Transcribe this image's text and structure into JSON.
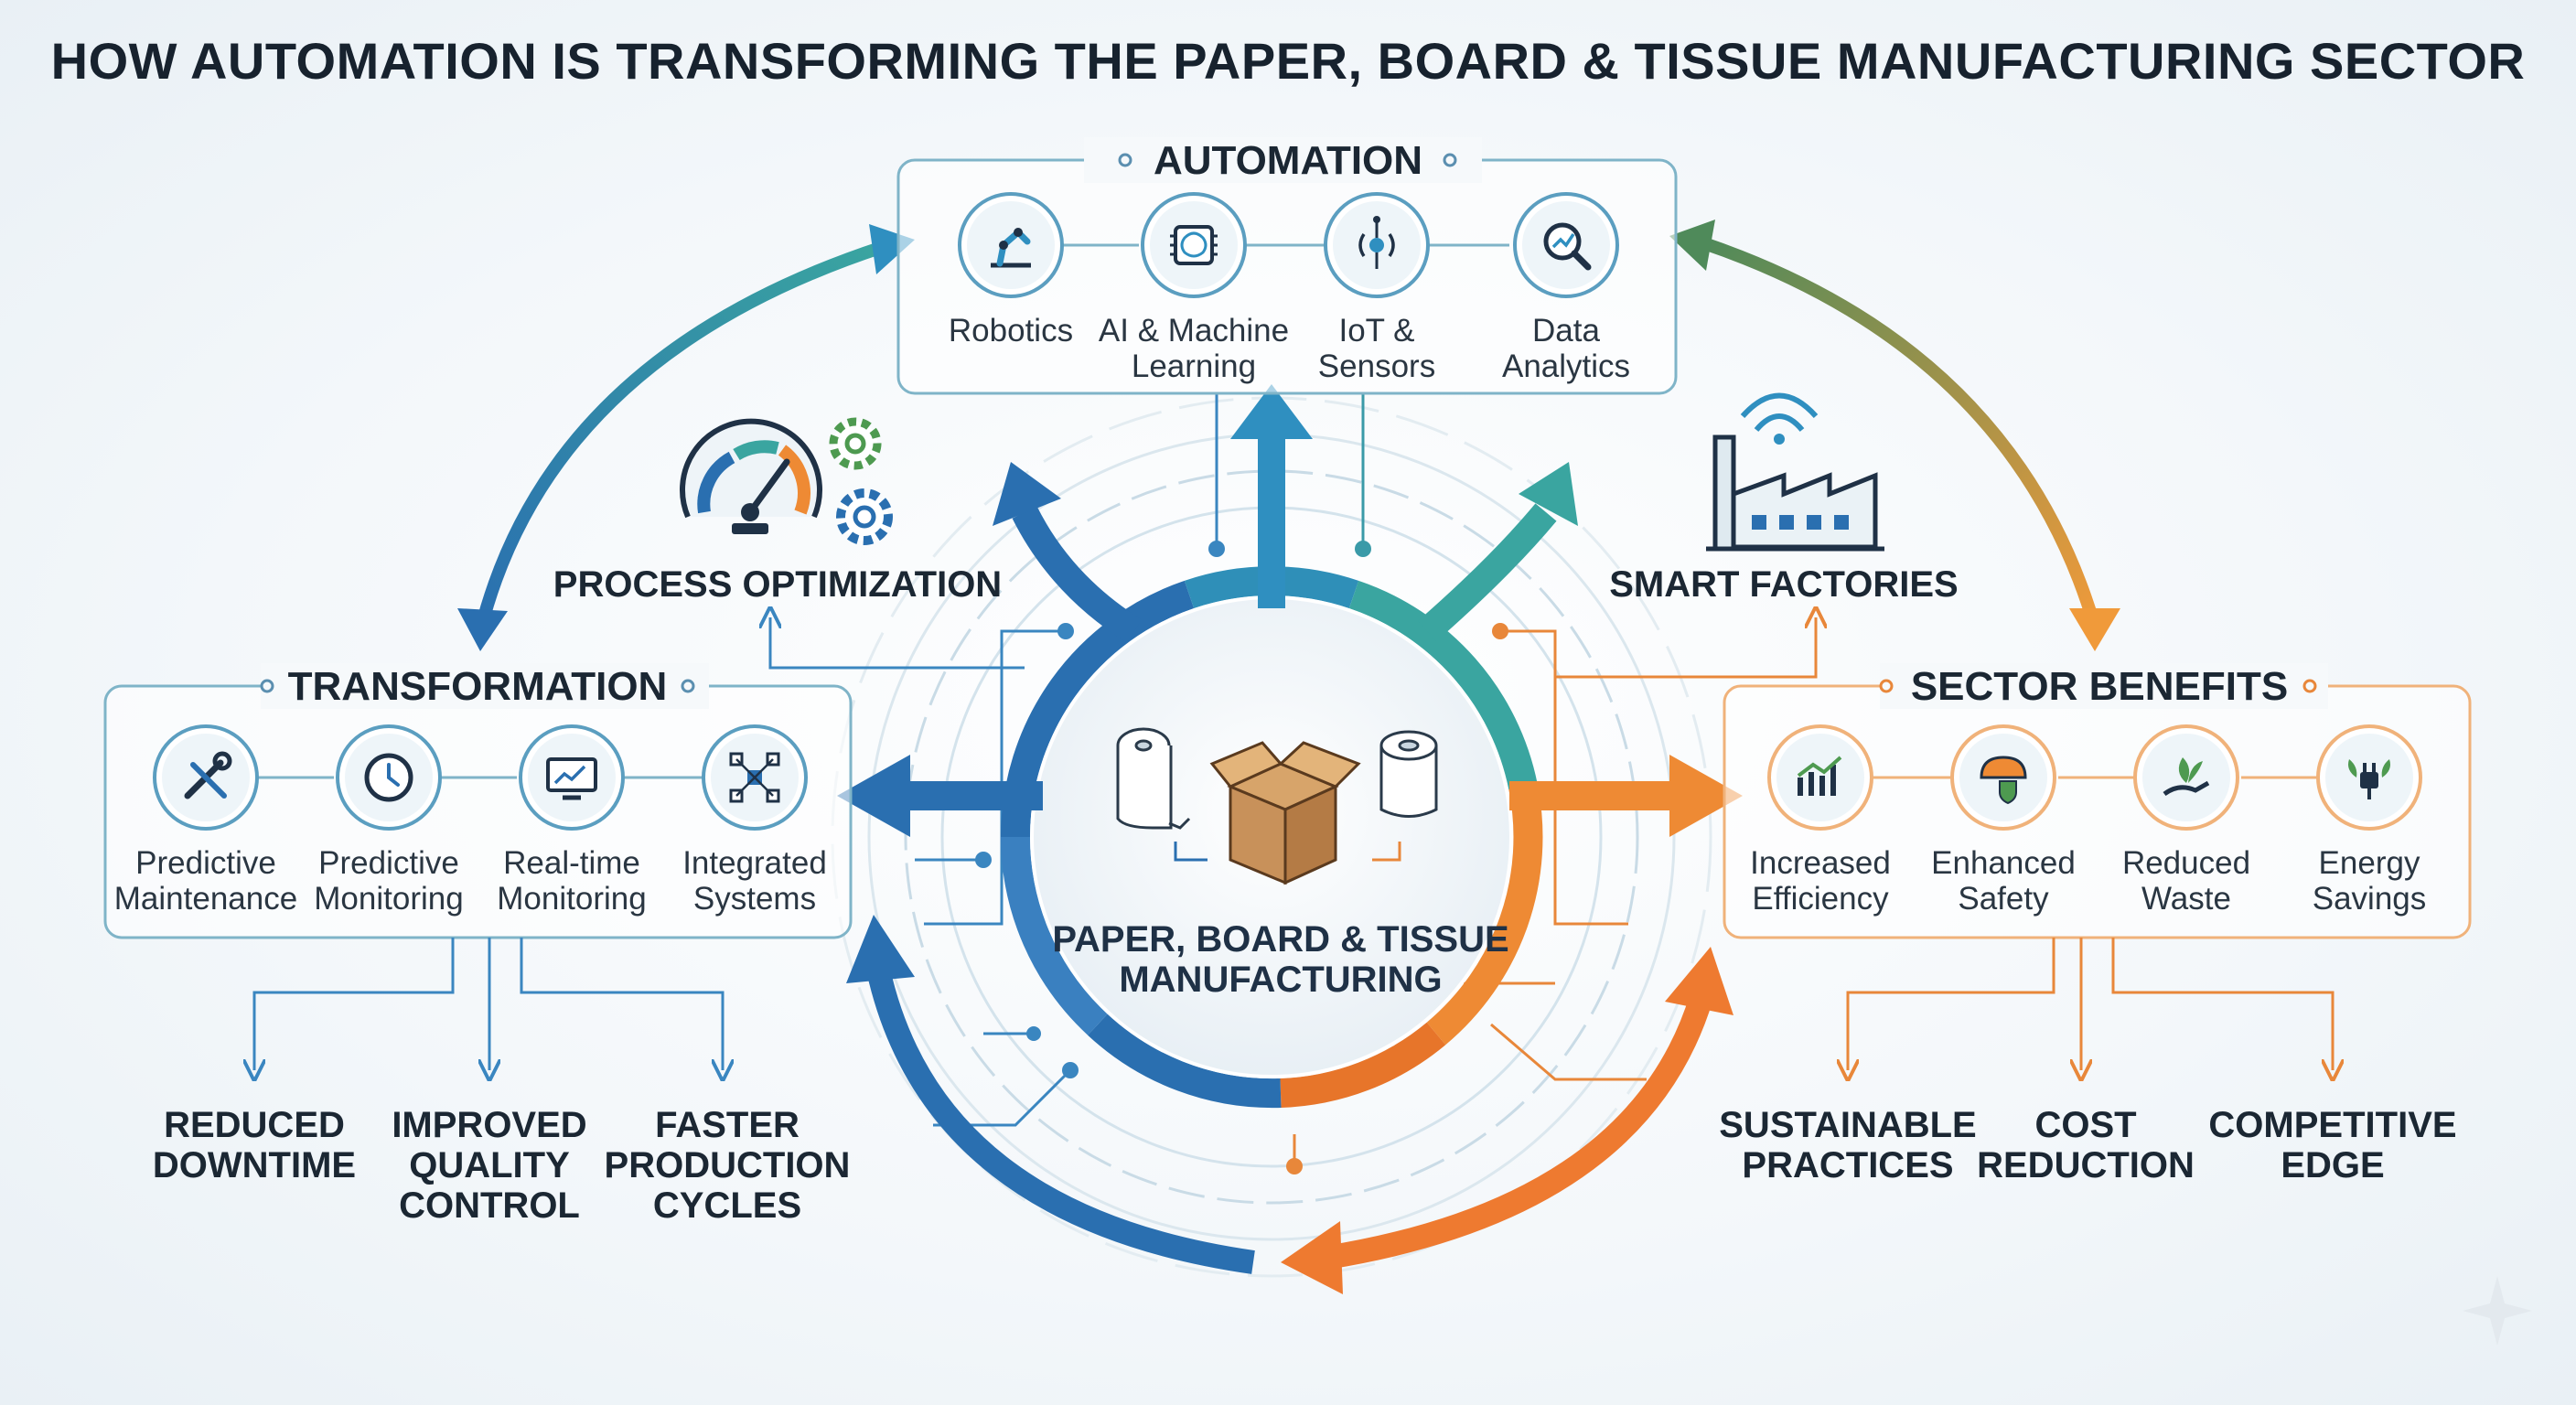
{
  "title": "HOW AUTOMATION IS TRANSFORMING THE PAPER, BOARD & TISSUE MANUFACTURING SECTOR",
  "center": {
    "line1": "PAPER, BOARD & TISSUE",
    "line2": "MANUFACTURING"
  },
  "automation": {
    "title": "AUTOMATION",
    "items": [
      {
        "l1": "Robotics",
        "l2": "",
        "icon": "robot-arm-icon"
      },
      {
        "l1": "AI & Machine",
        "l2": "Learning",
        "icon": "brain-chip-icon"
      },
      {
        "l1": "IoT &",
        "l2": "Sensors",
        "icon": "sensor-signal-icon"
      },
      {
        "l1": "Data",
        "l2": "Analytics",
        "icon": "magnifier-chart-icon"
      }
    ]
  },
  "transformation": {
    "title": "TRANSFORMATION",
    "items": [
      {
        "l1": "Predictive",
        "l2": "Maintenance",
        "icon": "wrench-screwdriver-icon"
      },
      {
        "l1": "Predictive",
        "l2": "Monitoring",
        "icon": "clock-icon"
      },
      {
        "l1": "Real-time",
        "l2": "Monitoring",
        "icon": "monitor-chart-icon"
      },
      {
        "l1": "Integrated",
        "l2": "Systems",
        "icon": "network-nodes-icon"
      }
    ],
    "outcomes": [
      {
        "lines": [
          "REDUCED",
          "DOWNTIME"
        ]
      },
      {
        "lines": [
          "IMPROVED",
          "QUALITY",
          "CONTROL"
        ]
      },
      {
        "lines": [
          "FASTER",
          "PRODUCTION",
          "CYCLES"
        ]
      }
    ]
  },
  "benefits": {
    "title": "SECTOR BENEFITS",
    "items": [
      {
        "l1": "Increased",
        "l2": "Efficiency",
        "icon": "growth-chart-icon"
      },
      {
        "l1": "Enhanced",
        "l2": "Safety",
        "icon": "hardhat-shield-icon"
      },
      {
        "l1": "Reduced",
        "l2": "Waste",
        "icon": "hand-leaf-icon"
      },
      {
        "l1": "Energy",
        "l2": "Savings",
        "icon": "plug-leaf-icon"
      }
    ],
    "outcomes": [
      {
        "lines": [
          "SUSTAINABLE",
          "PRACTICES"
        ]
      },
      {
        "lines": [
          "COST",
          "REDUCTION"
        ]
      },
      {
        "lines": [
          "COMPETITIVE",
          "EDGE"
        ]
      }
    ]
  },
  "process_optimization": {
    "label": "PROCESS OPTIMIZATION",
    "icon": "gauge-gears-icon"
  },
  "smart_factories": {
    "label": "SMART FACTORIES",
    "icon": "factory-wifi-icon"
  },
  "colors": {
    "blue": "#2a6fb0",
    "teal": "#3aa0a0",
    "orange": "#e8873a",
    "green": "#5a9a4a",
    "box_border": "#7fb4c8"
  }
}
